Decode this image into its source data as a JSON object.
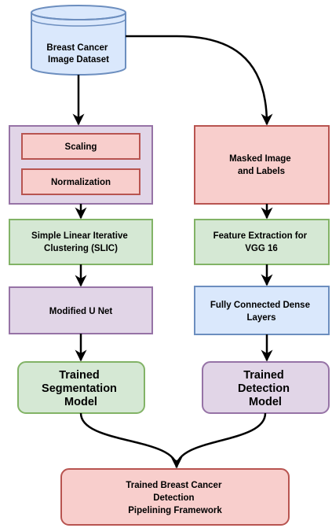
{
  "nodes": {
    "dataset": {
      "lines": [
        "Breast Cancer",
        "Image Dataset"
      ]
    },
    "scaling": {
      "lines": [
        "Scaling"
      ]
    },
    "normalization": {
      "lines": [
        "Normalization"
      ]
    },
    "slic": {
      "lines": [
        "Simple Linear Iterative",
        "Clustering (SLIC)"
      ]
    },
    "unet": {
      "lines": [
        "Modified U Net"
      ]
    },
    "seg_model": {
      "lines": [
        "Trained",
        "Segmentation",
        "Model"
      ]
    },
    "masked": {
      "lines": [
        "Masked Image",
        "and Labels"
      ]
    },
    "vgg": {
      "lines": [
        "Feature Extraction for",
        "VGG 16"
      ]
    },
    "dense": {
      "lines": [
        "Fully Connected Dense",
        "Layers"
      ]
    },
    "det_model": {
      "lines": [
        "Trained",
        "Detection",
        "Model"
      ]
    },
    "framework": {
      "lines": [
        "Trained Breast Cancer",
        "Detection",
        "Pipelining Framework"
      ]
    }
  },
  "colors": {
    "purple_fill": "#e1d5e7",
    "purple_stroke": "#9673a6",
    "red_fill": "#f8cecc",
    "red_stroke": "#b85450",
    "green_fill": "#d5e8d4",
    "green_stroke": "#82b366",
    "blue_fill": "#dae8fc",
    "blue_stroke": "#6c8ebf"
  }
}
